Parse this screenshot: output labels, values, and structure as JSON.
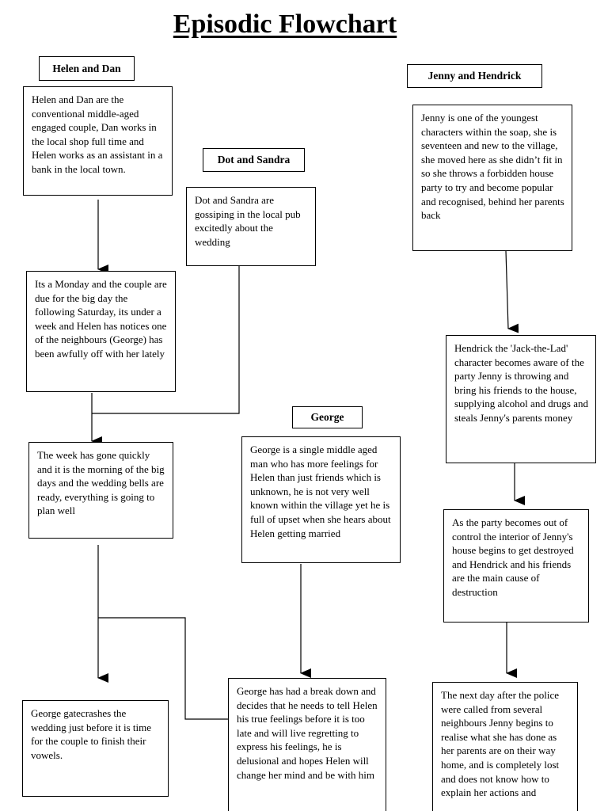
{
  "title": "Episodic Flowchart",
  "labels": {
    "helen_dan": "Helen and Dan",
    "jenny_hendrick": "Jenny and Hendrick",
    "dot_sandra": "Dot and Sandra",
    "george": "George"
  },
  "boxes": {
    "helen_dan_intro": "Helen and Dan are the conventional middle-aged engaged couple, Dan works in the local shop full time and Helen works as an assistant in a bank in the local town.",
    "monday": "Its a Monday and the couple are due for the big day the following Saturday, its under a week and Helen has notices one of the neighbours (George) has been awfully off with her lately",
    "week_gone": "The week has gone quickly and it is the morning of the big days and the wedding bells are ready, everything is going to plan well",
    "gatecrash": "George gatecrashes the wedding just before it is time for the couple to finish their vowels.",
    "dot_sandra_intro": "Dot and Sandra are gossiping in the local pub excitedly about the wedding",
    "george_intro": "George is a single middle aged man who has more feelings for Helen than just friends which is unknown, he is not very well known within the village yet he is full of upset when she hears about Helen getting married",
    "george_breakdown": "George has had a break down and decides that he needs to tell Helen his true feelings before it is too late and will live regretting to express his feelings, he is delusional and hopes Helen will change her mind and be with him",
    "jenny_intro": "Jenny is one of the youngest characters within the soap, she is seventeen and new to the village, she moved here as she didn’t fit in so she throws a forbidden house party to try and become popular and recognised, behind her parents back",
    "hendrick": "Hendrick the 'Jack-the-Lad' character becomes aware of the party Jenny is throwing and bring his friends to the house, supplying alcohol and drugs and steals Jenny's parents money",
    "party_out": "As the party becomes out of control the interior of Jenny's house begins to get destroyed and Hendrick and his friends are the main cause of destruction",
    "next_day": "The next day after the police were called from several neighbours Jenny begins to realise what she has done as her parents are on their way home, and is completely lost and does not know how to explain her actions and"
  }
}
